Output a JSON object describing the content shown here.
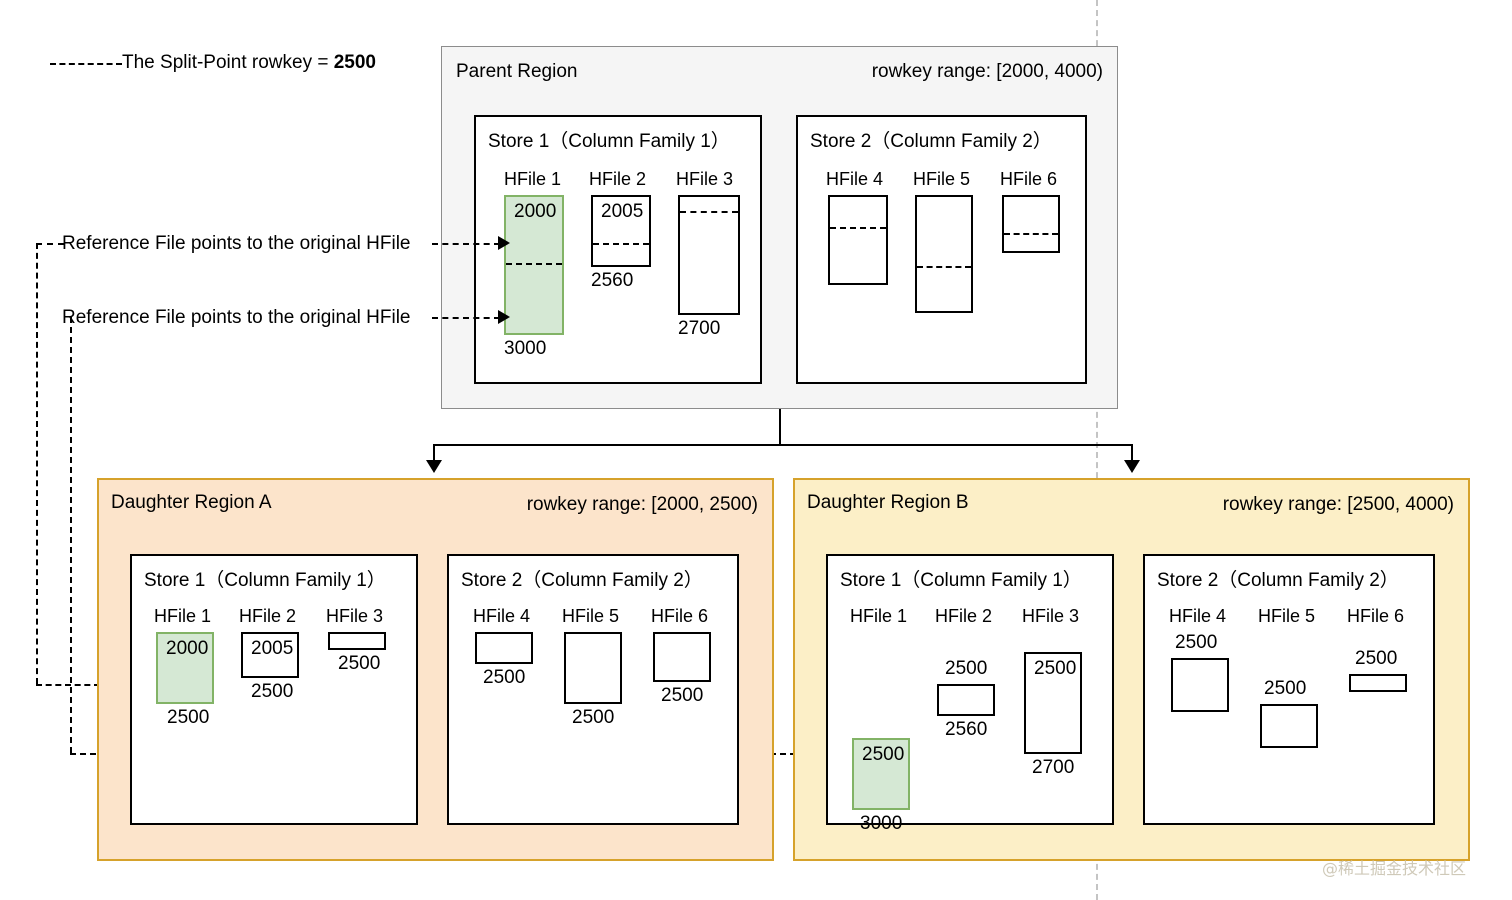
{
  "legend": {
    "text_prefix": "The Split-Point rowkey = ",
    "value": "2500",
    "dash_icon": "dashed-line-icon"
  },
  "parent": {
    "title": "Parent Region",
    "range": "rowkey range: [2000, 4000)",
    "stores": [
      {
        "label": "Store 1（Column Family 1）",
        "hfiles": [
          {
            "name": "HFile 1",
            "top_value": "2000",
            "bottom_value": "3000",
            "highlight": true
          },
          {
            "name": "HFile 2",
            "top_value": "2005",
            "bottom_value": "2560",
            "highlight": false
          },
          {
            "name": "HFile 3",
            "top_value": "",
            "bottom_value": "2700",
            "highlight": false
          }
        ]
      },
      {
        "label": "Store 2（Column Family 2）",
        "hfiles": [
          {
            "name": "HFile 4",
            "top_value": "",
            "bottom_value": "",
            "highlight": false
          },
          {
            "name": "HFile 5",
            "top_value": "",
            "bottom_value": "",
            "highlight": false
          },
          {
            "name": "HFile 6",
            "top_value": "",
            "bottom_value": "",
            "highlight": false
          }
        ]
      }
    ]
  },
  "reference_notes": [
    {
      "text": "Reference File points to the original HFile"
    },
    {
      "text": "Reference File points to the original HFile"
    }
  ],
  "daughter_a": {
    "title": "Daughter Region A",
    "range": "rowkey range: [2000, 2500)",
    "stores": [
      {
        "label": "Store 1（Column Family 1）",
        "hfiles": [
          {
            "name": "HFile 1",
            "top_value": "2000",
            "bottom_value": "2500",
            "highlight": true
          },
          {
            "name": "HFile 2",
            "top_value": "2005",
            "bottom_value": "2500",
            "highlight": false
          },
          {
            "name": "HFile 3",
            "top_value": "",
            "bottom_value": "2500",
            "highlight": false
          }
        ]
      },
      {
        "label": "Store 2（Column Family 2）",
        "hfiles": [
          {
            "name": "HFile 4",
            "top_value": "",
            "bottom_value": "2500",
            "highlight": false
          },
          {
            "name": "HFile 5",
            "top_value": "",
            "bottom_value": "2500",
            "highlight": false
          },
          {
            "name": "HFile 6",
            "top_value": "",
            "bottom_value": "2500",
            "highlight": false
          }
        ]
      }
    ]
  },
  "daughter_b": {
    "title": "Daughter Region B",
    "range": "rowkey range: [2500, 4000)",
    "stores": [
      {
        "label": "Store 1（Column Family 1）",
        "hfiles": [
          {
            "name": "HFile 1",
            "top_value": "2500",
            "bottom_value": "3000",
            "highlight": true
          },
          {
            "name": "HFile 2",
            "above_value": "2500",
            "bottom_value": "2560",
            "highlight": false
          },
          {
            "name": "HFile 3",
            "top_value": "2500",
            "bottom_value": "2700",
            "highlight": false
          }
        ]
      },
      {
        "label": "Store 2（Column Family 2）",
        "hfiles": [
          {
            "name": "HFile 4",
            "above_value": "2500",
            "highlight": false
          },
          {
            "name": "HFile 5",
            "above_value": "2500",
            "highlight": false
          },
          {
            "name": "HFile 6",
            "above_value": "2500",
            "highlight": false
          }
        ]
      }
    ]
  },
  "watermark": "@稀土掘金技术社区",
  "colors": {
    "parent_fill": "#f5f5f5",
    "daughter_a_fill": "#fce4cb",
    "daughter_b_fill": "#fcefc7",
    "daughter_border": "#d6a22b",
    "highlight_fill": "#d5e8d4",
    "highlight_border": "#82b366",
    "split_guide": "#c4c4c4",
    "watermark": "#cfc9b8"
  }
}
